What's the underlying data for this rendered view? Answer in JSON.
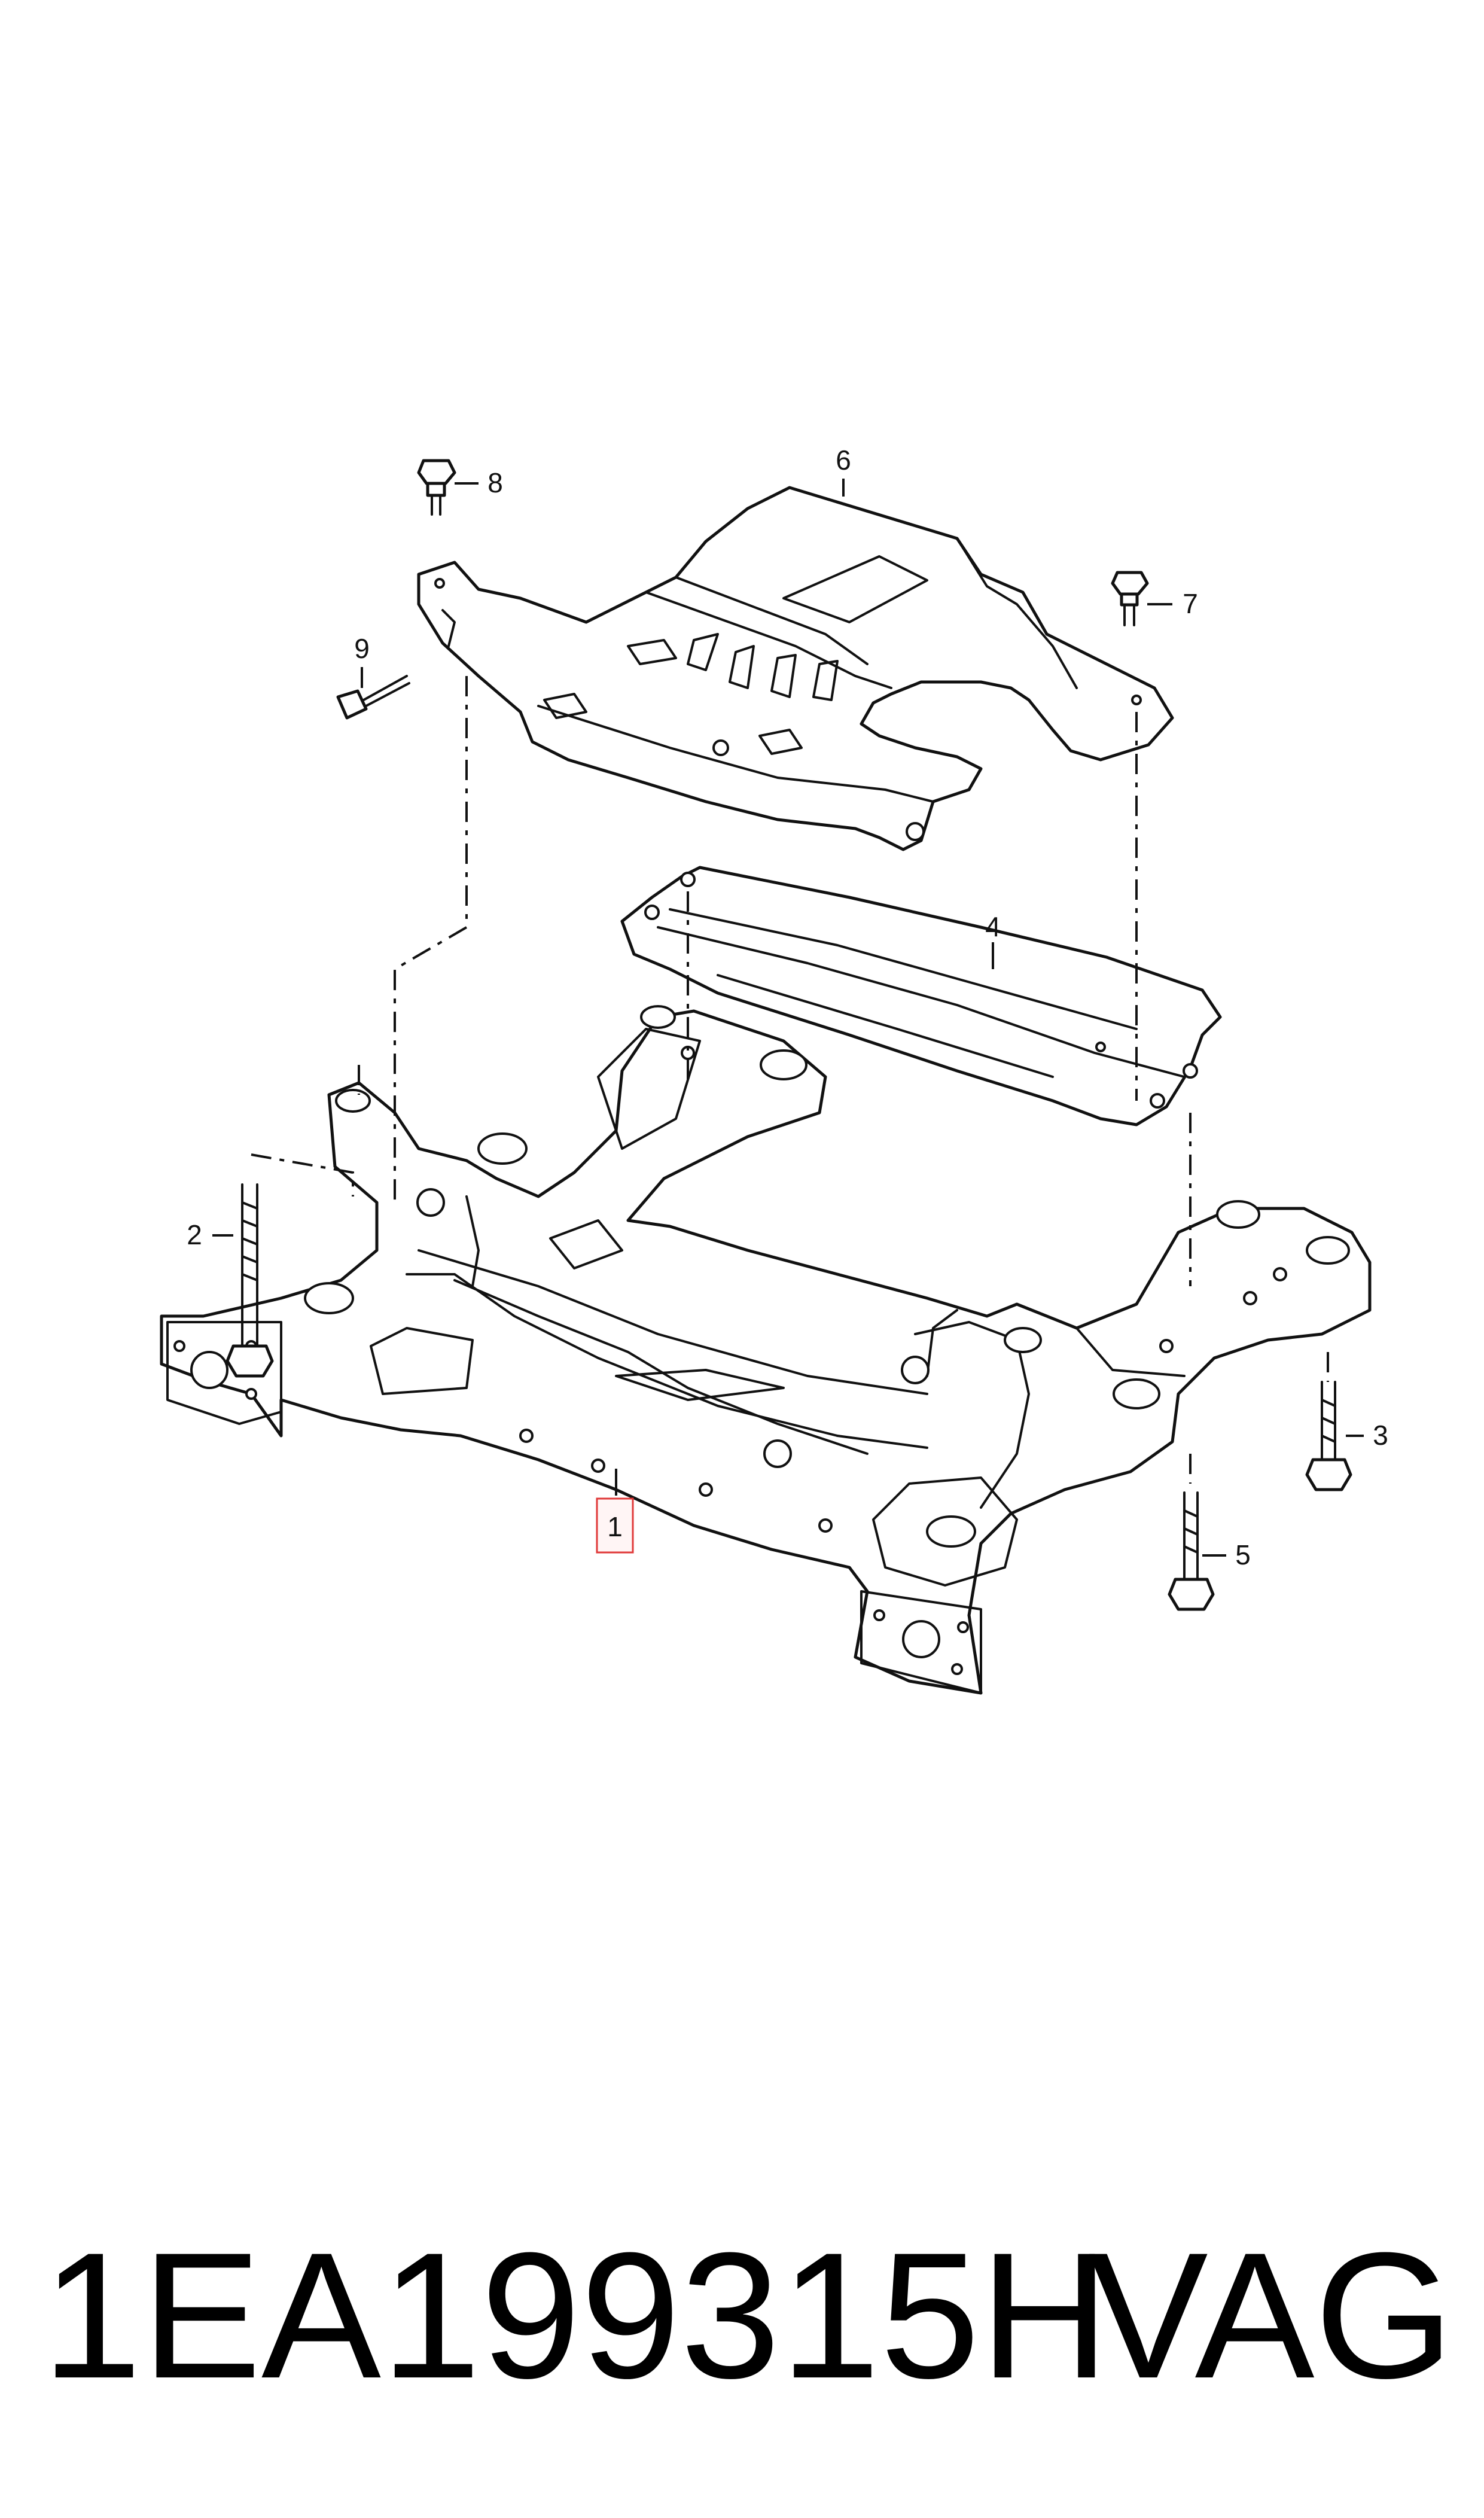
{
  "diagram": {
    "callouts": [
      {
        "id": "1",
        "label": "1",
        "highlight": true,
        "highlight_color": "#e03a3a"
      },
      {
        "id": "2",
        "label": "2"
      },
      {
        "id": "3",
        "label": "3"
      },
      {
        "id": "4",
        "label": "4"
      },
      {
        "id": "5",
        "label": "5"
      },
      {
        "id": "6",
        "label": "6"
      },
      {
        "id": "7",
        "label": "7"
      },
      {
        "id": "8",
        "label": "8"
      },
      {
        "id": "9",
        "label": "9"
      }
    ]
  },
  "footer": {
    "part_number": "1EA199315H",
    "brand": "VAG"
  }
}
